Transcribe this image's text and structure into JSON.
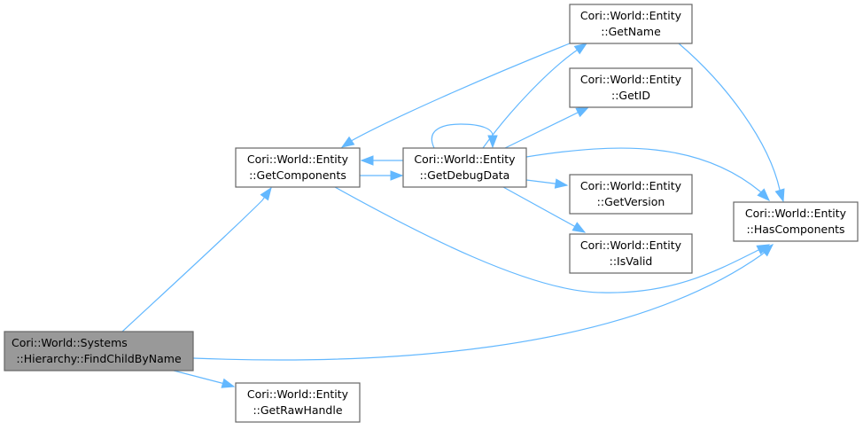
{
  "diagram": {
    "type": "call-graph",
    "edge_color": "#63b8ff",
    "node_border_color": "#666666",
    "root_fill_color": "#999999",
    "nodes": [
      {
        "id": "find_child_by_name",
        "line1": "Cori::World::Systems",
        "line2": "::Hierarchy::FindChildByName",
        "root": true
      },
      {
        "id": "get_components",
        "line1": "Cori::World::Entity",
        "line2": "::GetComponents"
      },
      {
        "id": "get_raw_handle",
        "line1": "Cori::World::Entity",
        "line2": "::GetRawHandle"
      },
      {
        "id": "get_debug_data",
        "line1": "Cori::World::Entity",
        "line2": "::GetDebugData"
      },
      {
        "id": "get_name",
        "line1": "Cori::World::Entity",
        "line2": "::GetName"
      },
      {
        "id": "get_id",
        "line1": "Cori::World::Entity",
        "line2": "::GetID"
      },
      {
        "id": "get_version",
        "line1": "Cori::World::Entity",
        "line2": "::GetVersion"
      },
      {
        "id": "is_valid",
        "line1": "Cori::World::Entity",
        "line2": "::IsValid"
      },
      {
        "id": "has_components",
        "line1": "Cori::World::Entity",
        "line2": "::HasComponents"
      }
    ],
    "edges": [
      {
        "from": "find_child_by_name",
        "to": "get_components"
      },
      {
        "from": "find_child_by_name",
        "to": "has_components"
      },
      {
        "from": "find_child_by_name",
        "to": "get_raw_handle"
      },
      {
        "from": "get_components",
        "to": "get_debug_data"
      },
      {
        "from": "get_components",
        "to": "has_components"
      },
      {
        "from": "get_debug_data",
        "to": "get_components"
      },
      {
        "from": "get_debug_data",
        "to": "get_debug_data"
      },
      {
        "from": "get_debug_data",
        "to": "get_name"
      },
      {
        "from": "get_debug_data",
        "to": "get_id"
      },
      {
        "from": "get_debug_data",
        "to": "get_version"
      },
      {
        "from": "get_debug_data",
        "to": "is_valid"
      },
      {
        "from": "get_debug_data",
        "to": "has_components"
      },
      {
        "from": "get_name",
        "to": "get_components"
      },
      {
        "from": "get_name",
        "to": "has_components"
      }
    ]
  }
}
